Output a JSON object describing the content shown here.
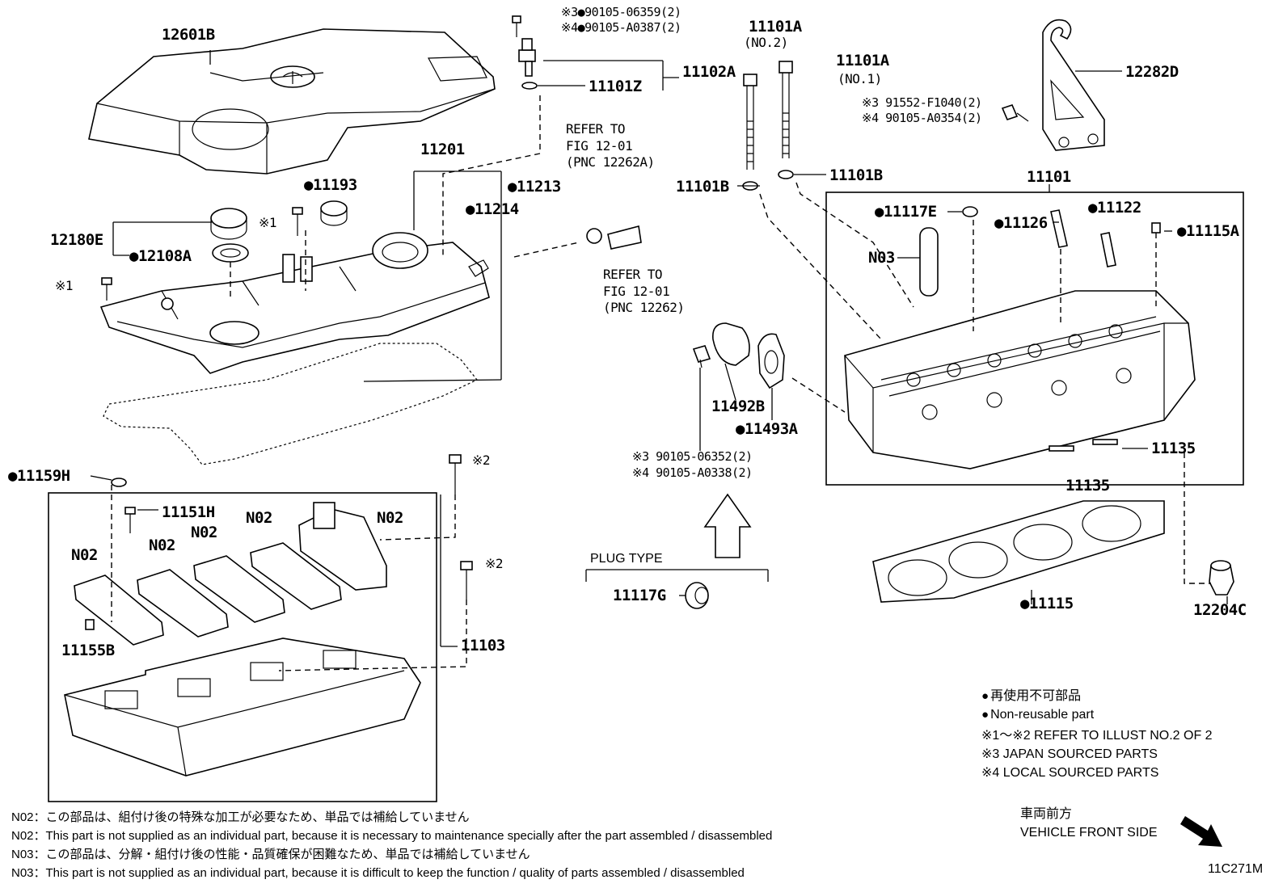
{
  "figure_id": "11C271M",
  "labels": {
    "p12601B": "12601B",
    "p11102A": "11102A",
    "p11101Z": "11101Z",
    "top_bolt_j": "※3●90105-06359(2)",
    "top_bolt_l": "※4●90105-A0387(2)",
    "p11101A_no2": "11101A",
    "no2": "(NO.2)",
    "p11101A_no1": "11101A",
    "no1": "(NO.1)",
    "p12282D": "12282D",
    "hanger_bolt_j": "※3 91552-F1040(2)",
    "hanger_bolt_l": "※4 90105-A0354(2)",
    "refer1_a": "REFER TO",
    "refer1_b": "FIG 12-01",
    "refer1_c": "(PNC 12262A)",
    "refer2_a": "REFER TO",
    "refer2_b": "FIG 12-01",
    "refer2_c": "(PNC 12262)",
    "p11201": "11201",
    "p11193": "●11193",
    "p11213": "●11213",
    "p11214": "●11214",
    "p12180E": "12180E",
    "p12108A": "●12108A",
    "mark1a": "※1",
    "mark1b": "※1",
    "p11101B_l": "11101B",
    "p11101B_r": "11101B",
    "p11101": "11101",
    "p11117E": "●11117E",
    "p11126": "●11126",
    "p11122": "●11122",
    "p11115A": "●11115A",
    "pN03": "N03",
    "p11492B": "11492B",
    "p11493A": "●11493A",
    "bolt2_j": "※3 90105-06352(2)",
    "bolt2_l": "※4 90105-A0338(2)",
    "p11135a": "11135",
    "p11135b": "11135",
    "p11159H": "●11159H",
    "mark2a": "※2",
    "mark2b": "※2",
    "p11151H": "11151H",
    "n02_1": "N02",
    "n02_2": "N02",
    "n02_3": "N02",
    "n02_4": "N02",
    "n02_5": "N02",
    "p11155B": "11155B",
    "p11103": "11103",
    "plug_type": "PLUG TYPE",
    "p11117G": "11117G",
    "p11115": "●11115",
    "p12204C": "12204C"
  },
  "legend": {
    "jp_nonreusable": "再使用不可部品",
    "en_nonreusable": "Non-reusable part",
    "refer_illust": "※1～※2  REFER TO ILLUST NO.2 OF 2",
    "japan_sourced": "※3 JAPAN SOURCED PARTS",
    "local_sourced": "※4 LOCAL SOURCED PARTS"
  },
  "front": {
    "jp": "車両前方",
    "en": "VEHICLE FRONT SIDE"
  },
  "notes": [
    "N02：この部品は、組付け後の特殊な加工が必要なため、単品では補給していません",
    "N02：This part is not supplied as an individual part, because it is necessary to maintenance specially after the part assembled / disassembled",
    "N03：この部品は、分解・組付け後の性能・品質確保が困難なため、単品では補給していません",
    "N03：This part is not supplied as an individual part, because it is difficult to keep the function / quality of parts  assembled / disassembled"
  ]
}
